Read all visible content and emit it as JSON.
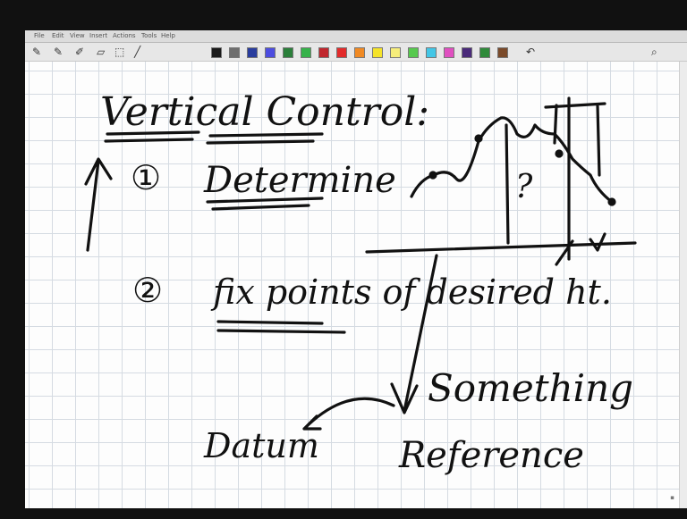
{
  "menu": {
    "items": [
      "File",
      "Edit",
      "View",
      "Insert",
      "Actions",
      "Tools",
      "Help"
    ]
  },
  "toolbar": {
    "tools": [
      {
        "icon": "pen-icon"
      },
      {
        "icon": "pen-icon"
      },
      {
        "icon": "highlighter-icon"
      },
      {
        "icon": "eraser-icon"
      },
      {
        "icon": "select-icon"
      },
      {
        "icon": "line-icon"
      }
    ],
    "palette": [
      "#1a1a1a",
      "#6e6e6e",
      "#2a3d9e",
      "#4d4de0",
      "#2b7f3a",
      "#36b24a",
      "#c0262d",
      "#e32b2b",
      "#f08a24",
      "#f5e32a",
      "#f6ed7b",
      "#57c94e",
      "#43c6e6",
      "#e04fc0",
      "#4a2a7a",
      "#2f8a3a",
      "#7a4a2a"
    ]
  },
  "notes": {
    "title": "Vertical Control:",
    "item1_num": "①",
    "item1": "Determine",
    "item2_num": "②",
    "item2": "fix points of desired ht.",
    "something": "Something",
    "reference": "Reference",
    "datum": "Datum",
    "question": "?"
  },
  "colors": {
    "ink": "#111111",
    "grid": "#d5dbe2",
    "paper": "#fdfdfd"
  }
}
